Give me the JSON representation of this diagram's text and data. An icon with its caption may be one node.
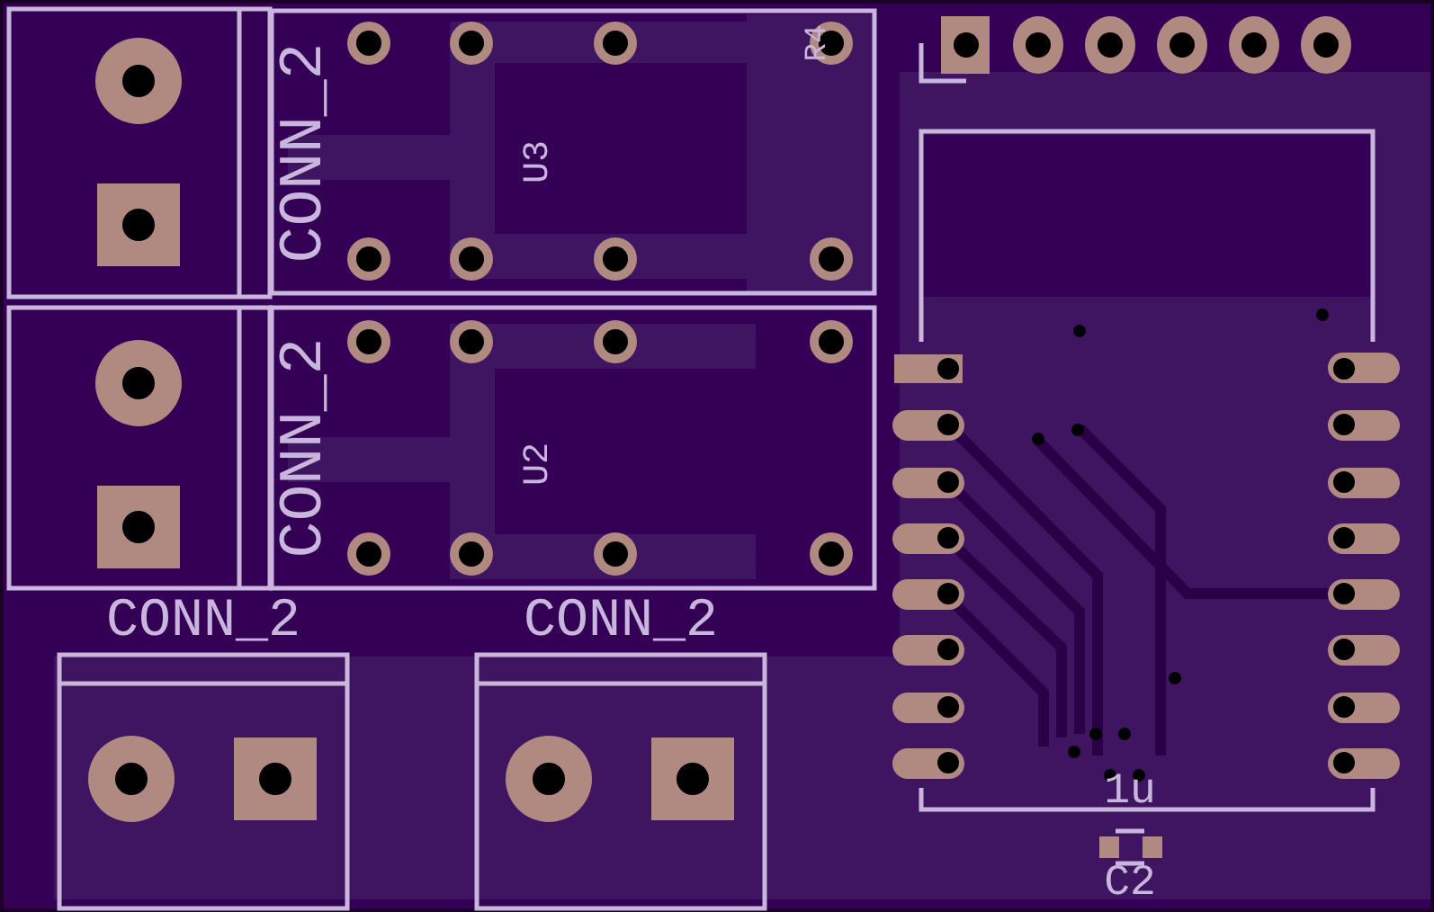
{
  "diagram": {
    "labels": [
      "CONN_2",
      "R4",
      "U3",
      "CONN_2",
      "U2",
      "CONN_2",
      "CONN_2",
      "1u",
      "C2"
    ]
  }
}
